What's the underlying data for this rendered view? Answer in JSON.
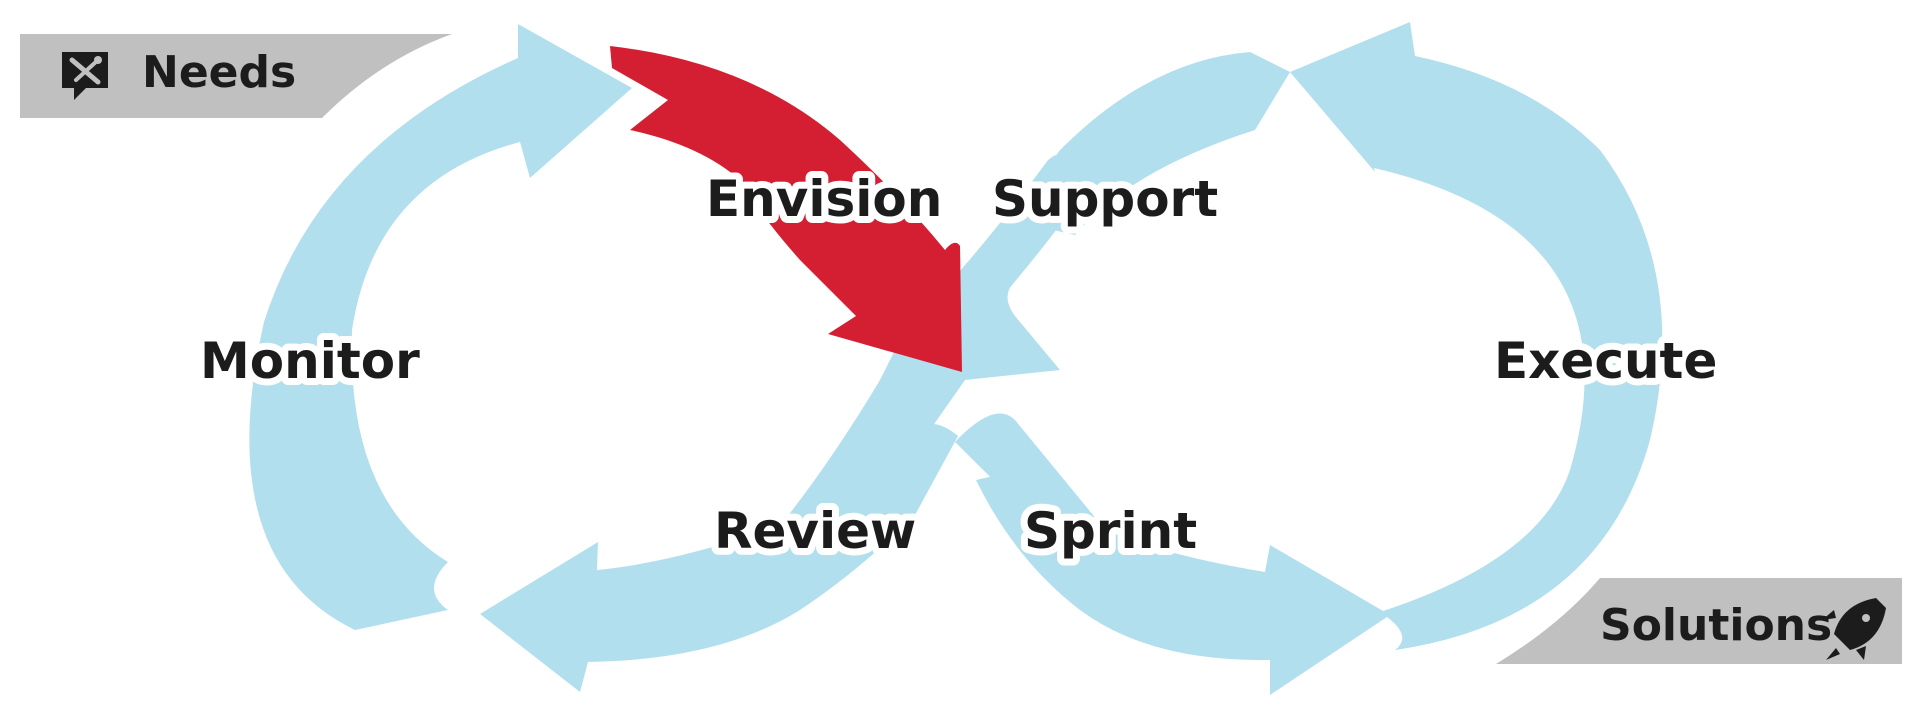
{
  "colors": {
    "cycle_arrow": "#b2dfee",
    "highlight_arrow": "#d41f33",
    "banner": "#c0c0c0",
    "text": "#1c1c1c",
    "background": "#ffffff"
  },
  "banners": {
    "needs": {
      "label": "Needs",
      "icon": "tools-chat-icon"
    },
    "solutions": {
      "label": "Solutions",
      "icon": "rocket-icon"
    }
  },
  "stages": {
    "envision": "Envision",
    "support": "Support",
    "monitor": "Monitor",
    "execute": "Execute",
    "review": "Review",
    "sprint": "Sprint"
  },
  "highlighted_stage": "Envision"
}
